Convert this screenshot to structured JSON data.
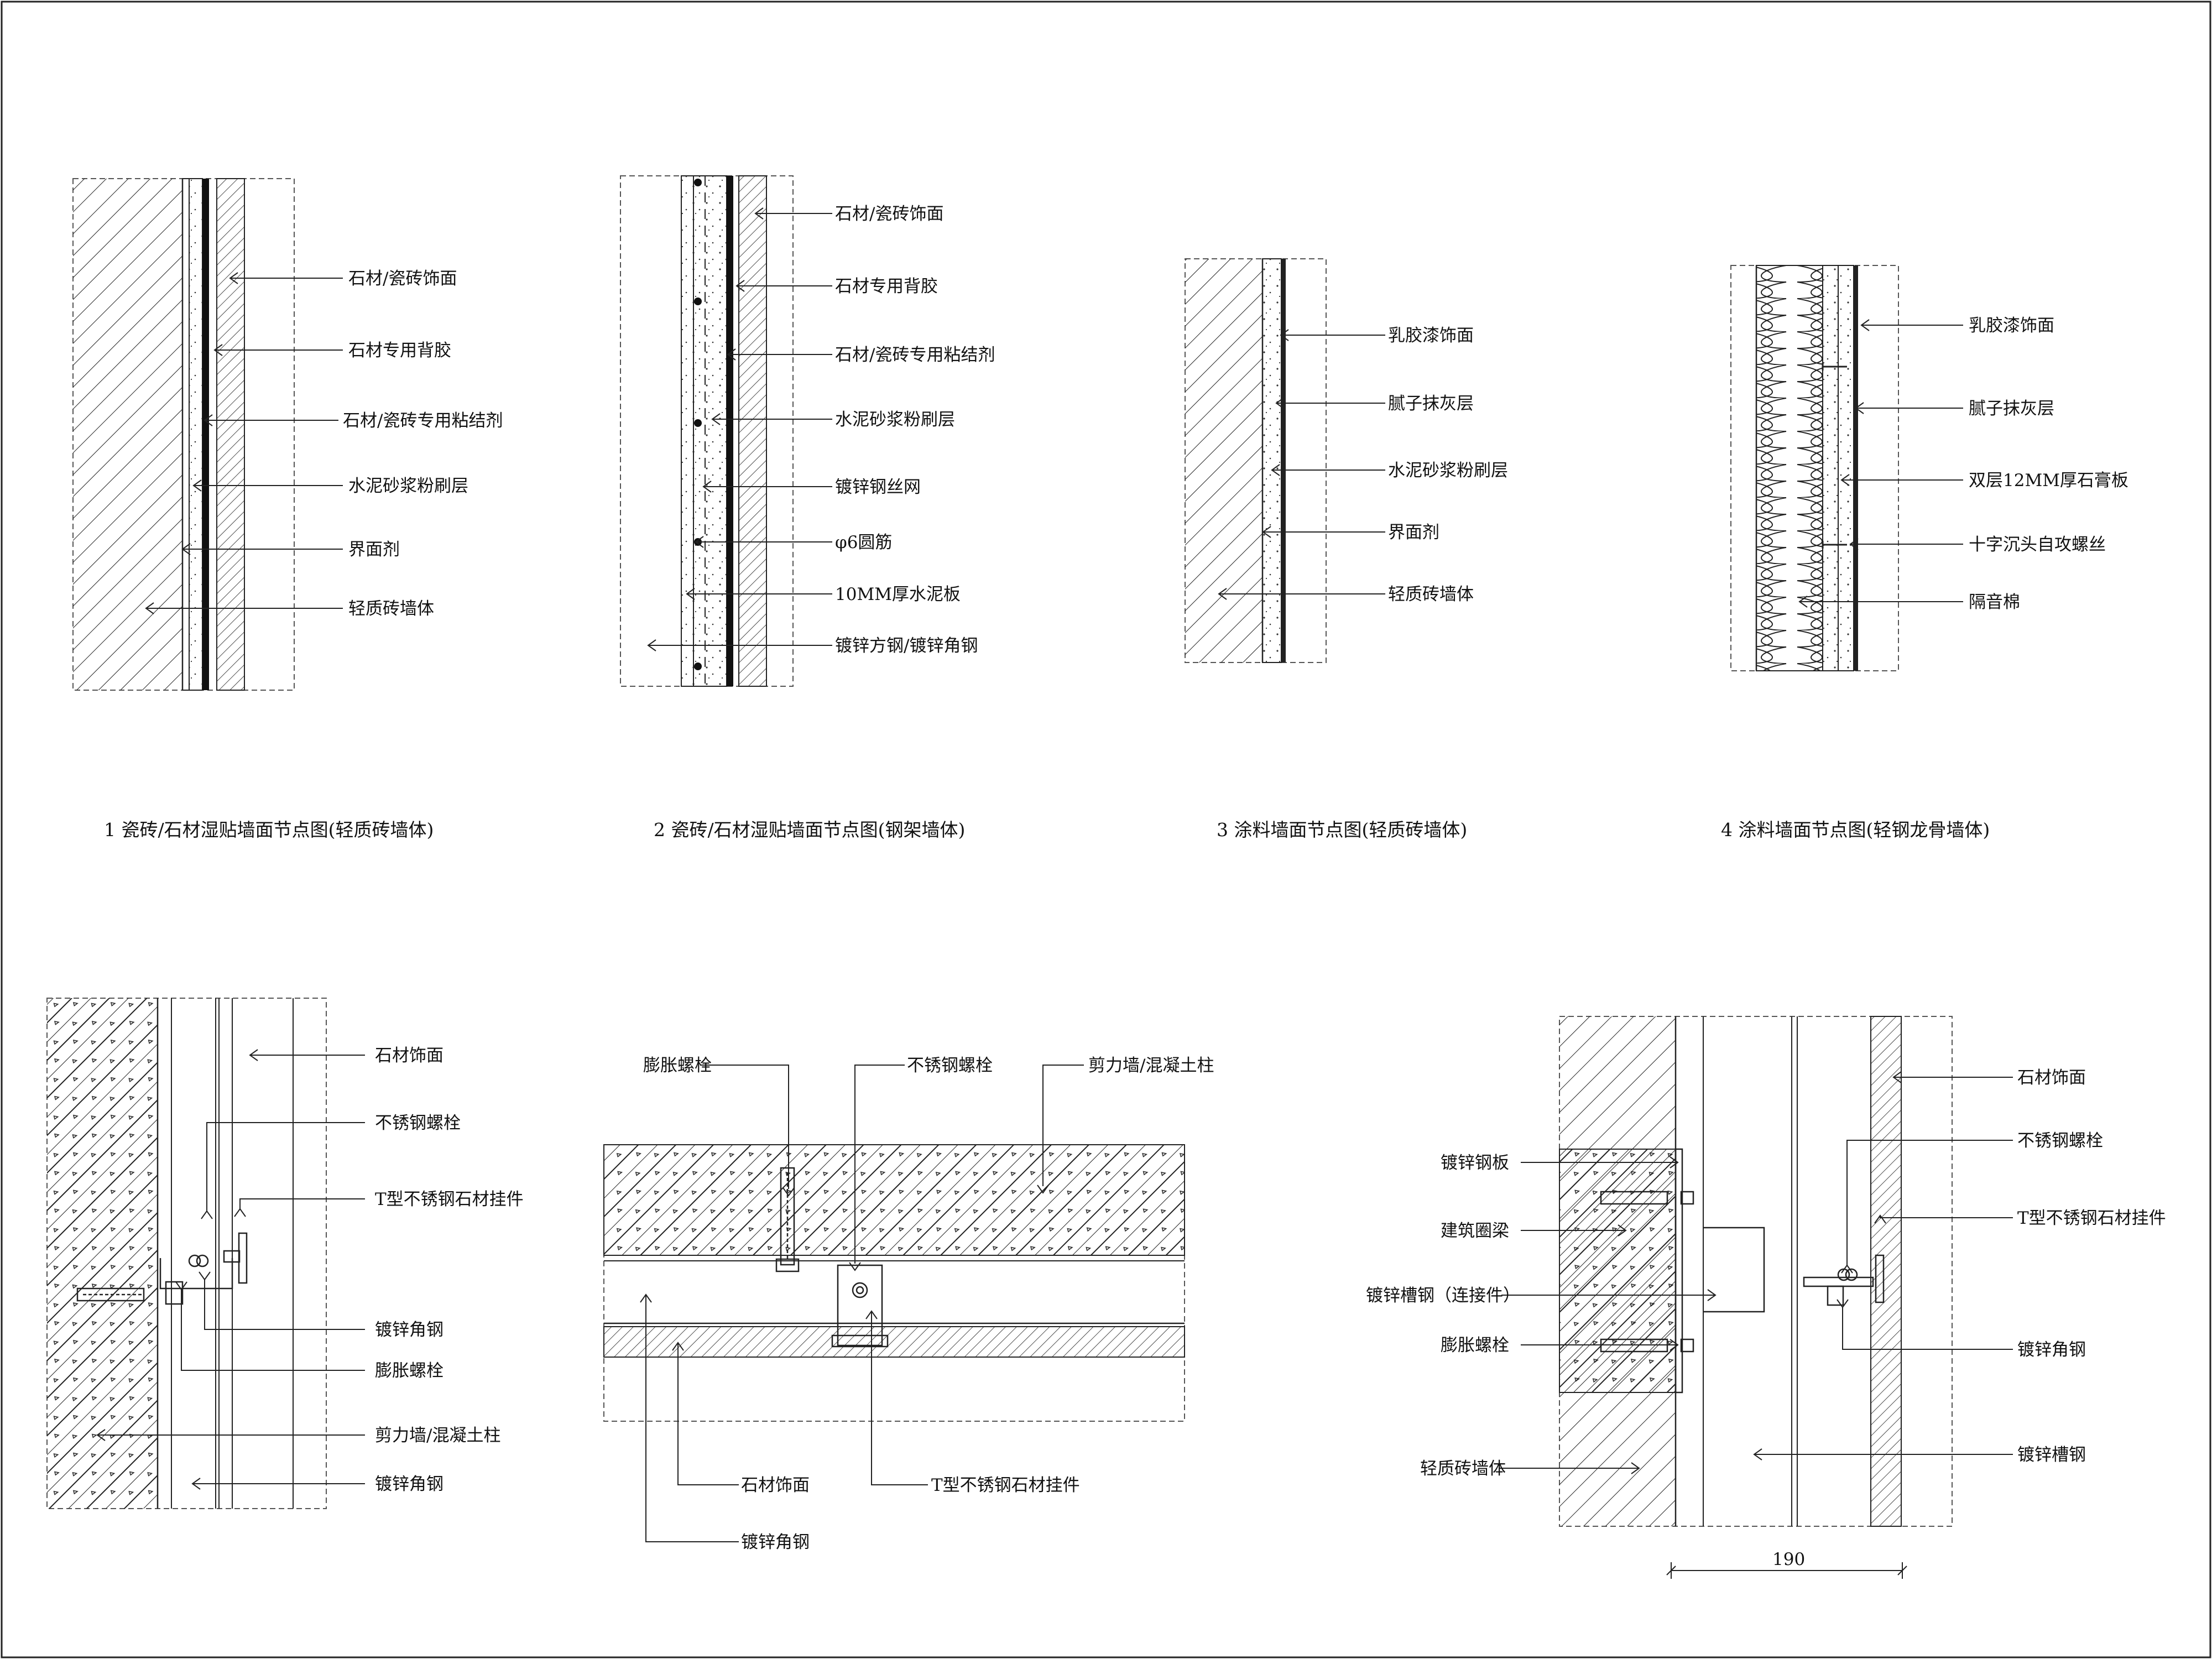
{
  "detail1": {
    "labels": [
      "石材/瓷砖饰面",
      "石材专用背胶",
      "石材/瓷砖专用粘结剂",
      "水泥砂浆粉刷层",
      "界面剂",
      "轻质砖墙体"
    ],
    "caption": "1 瓷砖/石材湿贴墙面节点图(轻质砖墙体)"
  },
  "detail2": {
    "labels": [
      "石材/瓷砖饰面",
      "石材专用背胶",
      "石材/瓷砖专用粘结剂",
      "水泥砂浆粉刷层",
      "镀锌钢丝网",
      "φ6圆筋",
      "10MM厚水泥板",
      "镀锌方钢/镀锌角钢"
    ],
    "caption": "2 瓷砖/石材湿贴墙面节点图(钢架墙体)"
  },
  "detail3": {
    "labels": [
      "乳胶漆饰面",
      "腻子抹灰层",
      "水泥砂浆粉刷层",
      "界面剂",
      "轻质砖墙体"
    ],
    "caption": "3 涂料墙面节点图(轻质砖墙体)"
  },
  "detail4": {
    "labels": [
      "乳胶漆饰面",
      "腻子抹灰层",
      "双层12MM厚石膏板",
      "十字沉头自攻螺丝",
      "隔音棉"
    ],
    "caption": "4 涂料墙面节点图(轻钢龙骨墙体)"
  },
  "detail5": {
    "labels": [
      "石材饰面",
      "不锈钢螺栓",
      "T型不锈钢石材挂件",
      "镀锌角钢",
      "膨胀螺栓",
      "剪力墙/混凝土柱",
      "镀锌角钢"
    ]
  },
  "detail6": {
    "top_labels": [
      "膨胀螺栓",
      "不锈钢螺栓",
      "剪力墙/混凝土柱"
    ],
    "bottom_labels": [
      "石材饰面",
      "T型不锈钢石材挂件",
      "镀锌角钢"
    ]
  },
  "detail7": {
    "left_labels": [
      "镀锌钢板",
      "建筑圈梁",
      "镀锌槽钢（连接件）",
      "膨胀螺栓",
      "轻质砖墙体"
    ],
    "right_labels": [
      "石材饰面",
      "不锈钢螺栓",
      "T型不锈钢石材挂件",
      "镀锌角钢",
      "镀锌槽钢"
    ],
    "dimension": "190"
  }
}
